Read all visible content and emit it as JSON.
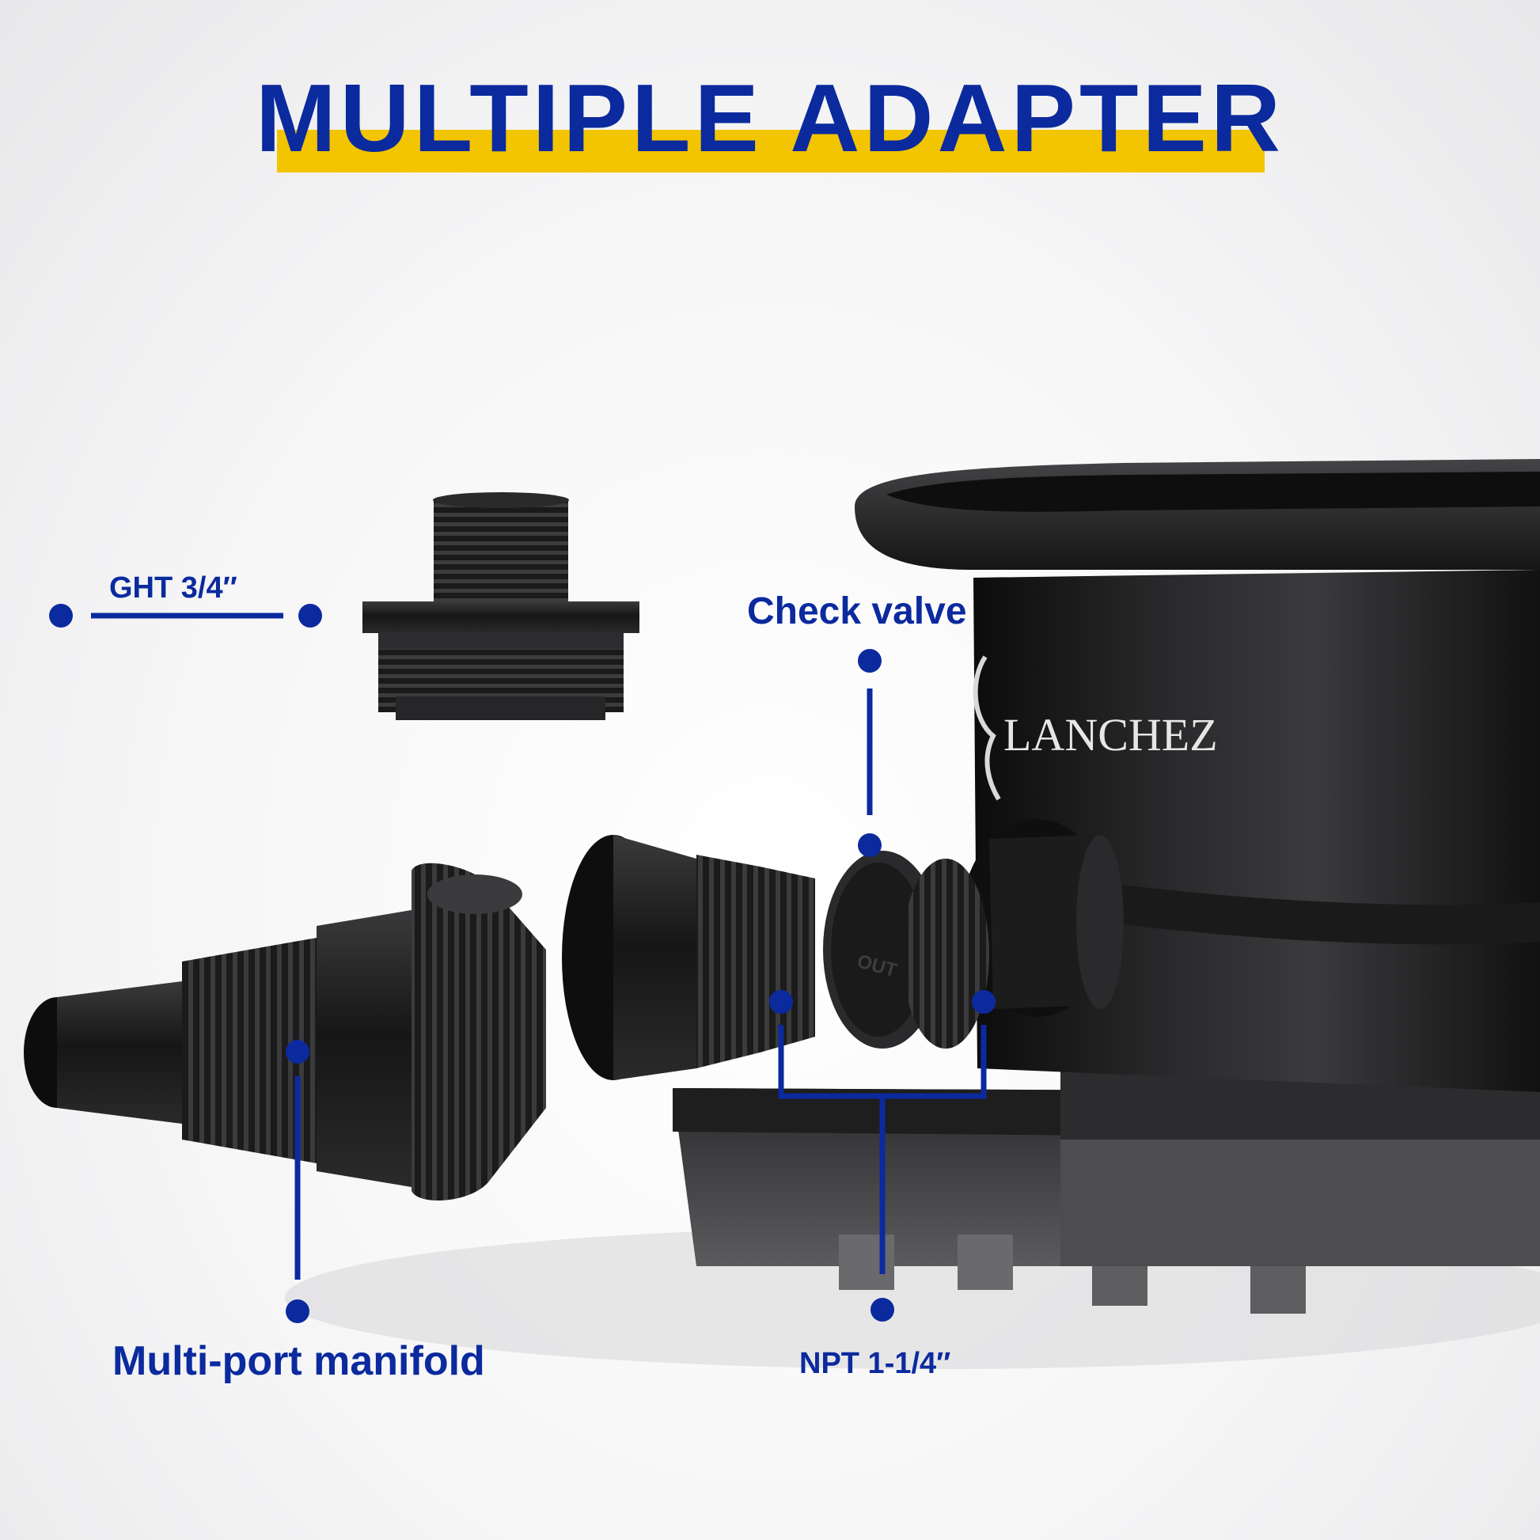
{
  "heading": {
    "title": "MULTIPLE ADAPTER"
  },
  "labels": {
    "ght": "GHT 3/4″",
    "check_valve": "Check valve",
    "manifold": "Multi-port manifold",
    "npt": "NPT 1-1/4″"
  },
  "pump": {
    "brand": "LANCHEZ",
    "valve_marking": "OUT"
  },
  "colors": {
    "accent_blue": "#0b2a9e",
    "highlight_yellow": "#f3c400",
    "product_black": "#141414"
  }
}
